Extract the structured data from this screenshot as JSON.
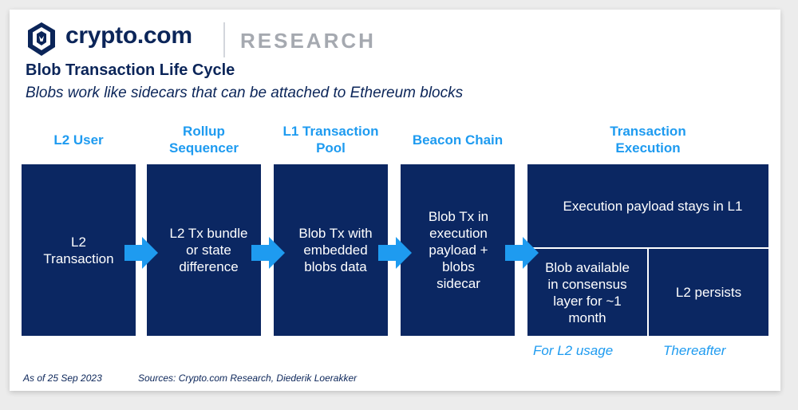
{
  "header": {
    "brand": "crypto.com",
    "section": "RESEARCH",
    "title": "Blob Transaction Life Cycle",
    "subtitle": "Blobs work like sidecars that can be attached to Ethereum blocks"
  },
  "stages": [
    {
      "label": "L2 User",
      "box": "L2\nTransaction"
    },
    {
      "label": "Rollup\nSequencer",
      "box": "L2 Tx bundle\nor state\ndifference"
    },
    {
      "label": "L1 Transaction\nPool",
      "box": "Blob Tx with\nembedded\nblobs data"
    },
    {
      "label": "Beacon Chain",
      "box": "Blob Tx in\nexecution\npayload +\nblobs\nsidecar"
    },
    {
      "label": "Transaction\nExecution",
      "box": ""
    }
  ],
  "execution": {
    "top": "Execution payload stays in L1",
    "bottom_left": "Blob available\nin consensus\nlayer for ~1\nmonth",
    "bottom_right": "L2 persists",
    "note_left": "For L2 usage",
    "note_right": "Thereafter"
  },
  "footer": {
    "as_of": "As of 25 Sep 2023",
    "sources": "Sources: Crypto.com Research, Diederik Loerakker"
  },
  "colors": {
    "navy": "#0b2762",
    "accent": "#1e9bf0",
    "brand": "#0b2559",
    "muted": "#a5a9b0"
  }
}
